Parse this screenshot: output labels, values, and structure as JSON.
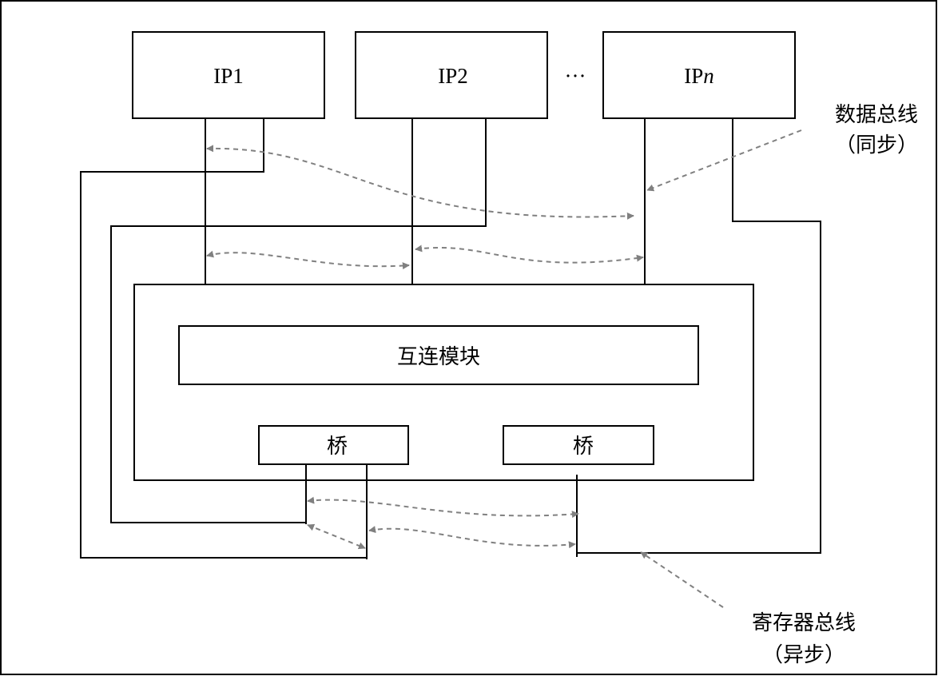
{
  "ip_blocks": [
    {
      "prefix": "IP1",
      "suffix": ""
    },
    {
      "prefix": "IP2",
      "suffix": ""
    },
    {
      "prefix": "IP",
      "suffix": "n"
    }
  ],
  "ellipsis": "···",
  "interconnect_label": "互连模块",
  "bridge_labels": [
    "桥",
    "桥"
  ],
  "data_bus": {
    "line1": "数据总线",
    "line2": "（同步）"
  },
  "register_bus": {
    "line1": "寄存器总线",
    "line2": "（异步）"
  },
  "colors": {
    "line": "#000000",
    "dashed_arrow": "#808080",
    "background": "#ffffff"
  }
}
